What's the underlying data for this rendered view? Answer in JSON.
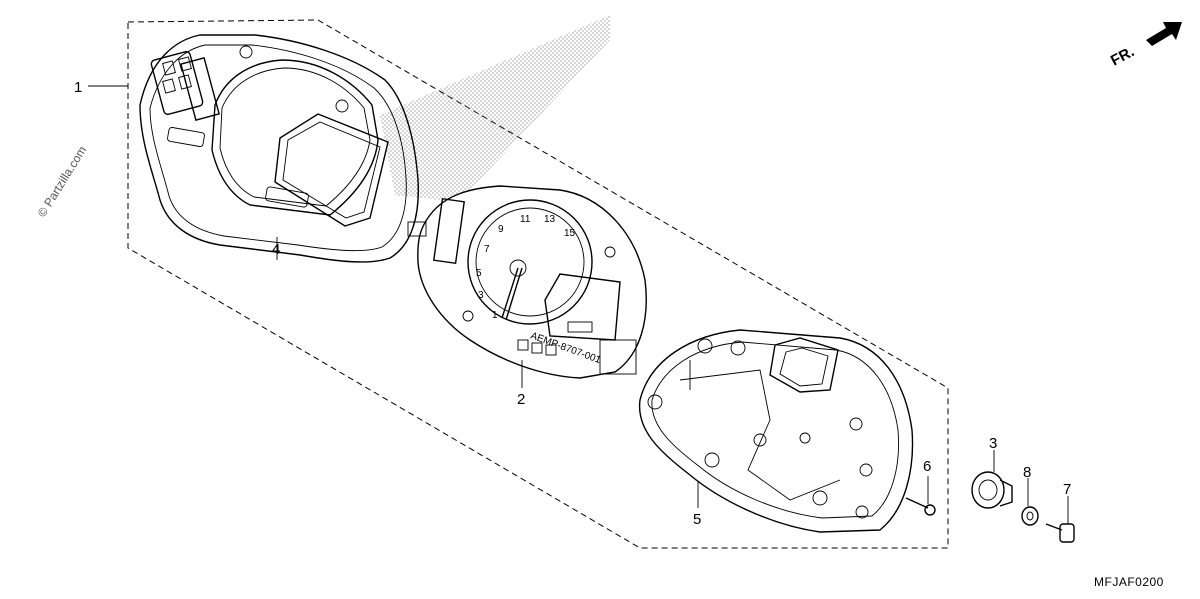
{
  "callouts": [
    {
      "id": "1",
      "text": "1",
      "part": "meter-assembly"
    },
    {
      "id": "2",
      "text": "2",
      "part": "meter-unit"
    },
    {
      "id": "3",
      "text": "3",
      "part": "grommet"
    },
    {
      "id": "4",
      "text": "4",
      "part": "upper-case"
    },
    {
      "id": "5",
      "text": "5",
      "part": "lower-case"
    },
    {
      "id": "6",
      "text": "6",
      "part": "screw"
    },
    {
      "id": "7",
      "text": "7",
      "part": "bolt"
    },
    {
      "id": "8",
      "text": "8",
      "part": "collar"
    }
  ],
  "direction_label": "FR.",
  "watermark": "© Partzilla.com",
  "diagram_code": "MFJAF0200",
  "tach_numbers": [
    "1",
    "3",
    "5",
    "7",
    "9",
    "11",
    "13",
    "15"
  ],
  "gauge_marking": "AEMP-8707-001"
}
